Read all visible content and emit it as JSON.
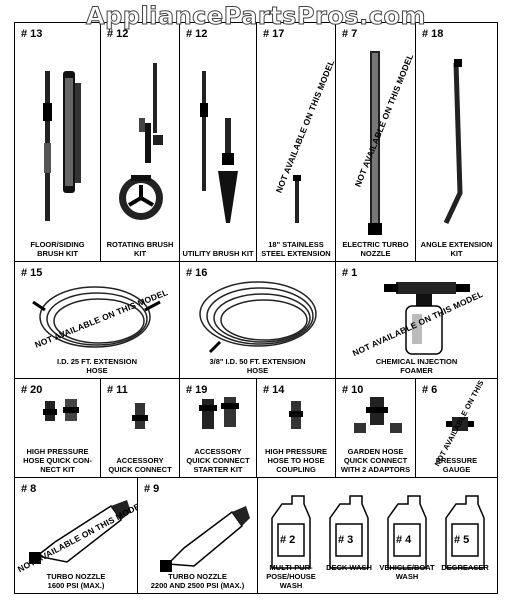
{
  "watermark": "AppliancePartsPros.com",
  "not_available": "NOT AVAILABLE ON THIS MODEL",
  "row1": [
    {
      "num": "# 13",
      "caption": [
        "FLOOR/SIDING",
        "BRUSH KIT"
      ]
    },
    {
      "num": "# 12",
      "caption": [
        "ROTATING BRUSH",
        "KIT"
      ]
    },
    {
      "num": "# 12",
      "caption": [
        "UTILITY BRUSH KIT"
      ]
    },
    {
      "num": "# 17",
      "caption": [
        "18\" STAINLESS",
        "STEEL EXTENSION"
      ]
    },
    {
      "num": "# 7",
      "caption": [
        "ELECTRIC TURBO",
        "NOZZLE"
      ]
    },
    {
      "num": "# 18",
      "caption": [
        "ANGLE EXTENSION",
        "KIT"
      ]
    }
  ],
  "row2": [
    {
      "num": "# 15",
      "caption": [
        "I.D. 25 ft. EXTENSION",
        "HOSE"
      ]
    },
    {
      "num": "# 16",
      "caption": [
        "3/8\" I.D. 50 ft. EXTENSION",
        "HOSE"
      ]
    },
    {
      "num": "# 1",
      "caption": [
        "CHEMICAL INJECTION",
        "FOAMER"
      ]
    }
  ],
  "row3": [
    {
      "num": "# 20",
      "caption": [
        "HIGH PRESSURE",
        "HOSE QUICK CON-",
        "NECT KIT"
      ]
    },
    {
      "num": "# 11",
      "caption": [
        "ACCESSORY",
        "QUICK CONNECT"
      ]
    },
    {
      "num": "# 19",
      "caption": [
        "ACCESSORY",
        "QUICK CONNECT",
        "STARTER KIT"
      ]
    },
    {
      "num": "# 14",
      "caption": [
        "HIGH PRESSURE",
        "HOSE TO HOSE",
        "COUPLING"
      ]
    },
    {
      "num": "# 10",
      "caption": [
        "GARDEN HOSE",
        "QUICK CONNECT",
        "WITH 2 ADAPTORS"
      ]
    },
    {
      "num": "# 6",
      "caption": [
        "PRESSURE",
        "GAUGE"
      ]
    }
  ],
  "row4": [
    {
      "num": "# 8",
      "caption": [
        "TURBO NOZZLE",
        "1600 PSI (max.)"
      ]
    },
    {
      "num": "# 9",
      "caption": [
        "TURBO NOZZLE",
        "2200 AND 2500 PSI (max.)"
      ]
    }
  ],
  "jugs": [
    {
      "num": "# 2",
      "caption": [
        "MULTI-PUR-",
        "POSE/HOUSE",
        "WASH"
      ]
    },
    {
      "num": "# 3",
      "caption": [
        "DECK WASH"
      ]
    },
    {
      "num": "# 4",
      "caption": [
        "VEHICLE/BOAT",
        "WASH"
      ]
    },
    {
      "num": "# 5",
      "caption": [
        "DEGREASER"
      ]
    }
  ]
}
